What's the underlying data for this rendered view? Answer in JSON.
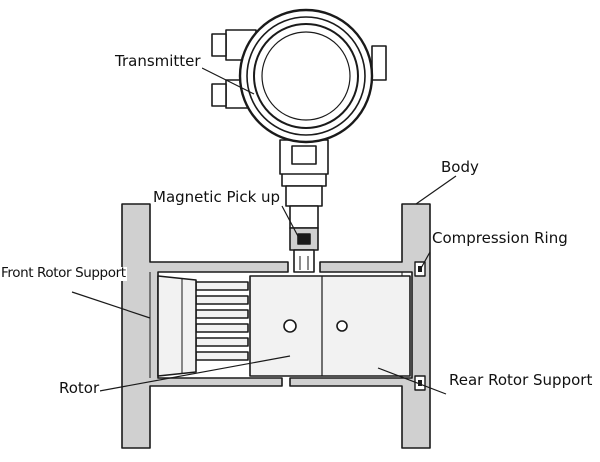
{
  "labels": {
    "transmitter": "Transmitter",
    "body": "Body",
    "magnetic_pickup": "Magnetic Pick up",
    "compression_ring": "Compression Ring",
    "front_rotor_support": "Front Rotor Support",
    "rotor": "Rotor",
    "rear_rotor_support": "Rear Rotor Support"
  },
  "colors": {
    "line": "#1a1a1a",
    "body_fill": "#d0d0d0",
    "part_fill": "#f2f2f2",
    "background": "#ffffff"
  }
}
